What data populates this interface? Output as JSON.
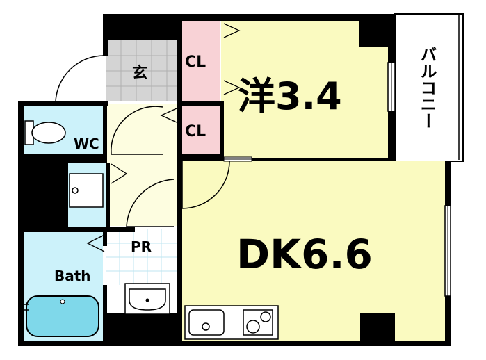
{
  "colors": {
    "wall": "#000000",
    "western_room": "#fafac0",
    "dk": "#fafac0",
    "closet": "#f8d2d6",
    "wet_area": "#ccf2fa",
    "entry_tile": "#d4d4d4",
    "hall": "#fdfde0",
    "balcony": "#ffffff",
    "tub": "#7fd8ea"
  },
  "rooms": {
    "western": {
      "name": "洋",
      "size": "3.4"
    },
    "dk": {
      "name": "DK",
      "size": "6.6"
    },
    "closet_upper": "CL",
    "closet_lower": "CL",
    "entrance": "玄",
    "toilet": "WC",
    "powder_room": "PR",
    "bath": "Bath",
    "balcony": "バルコニー"
  },
  "icons": [
    "toilet-icon",
    "washing-machine-icon",
    "bathtub-icon",
    "washbasin-icon",
    "sink-icon",
    "stove-icon"
  ]
}
